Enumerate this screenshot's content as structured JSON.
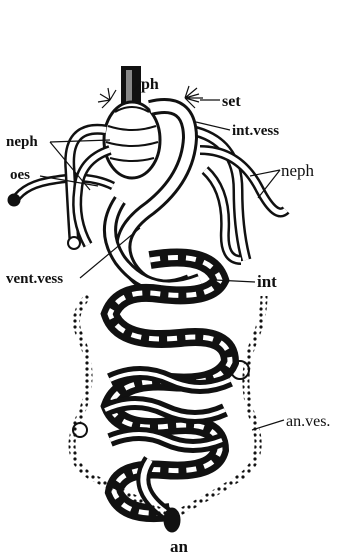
{
  "labels": {
    "ph": "ph",
    "set": "set",
    "neph_left": "neph",
    "int_vess": "int.vess",
    "oes": "oes",
    "neph_right": "neph",
    "vent_vess": "vent.vess",
    "int": "int",
    "an_ves": "an.ves.",
    "an": "an"
  },
  "colors": {
    "ink": "#111111",
    "paper": "#ffffff"
  }
}
